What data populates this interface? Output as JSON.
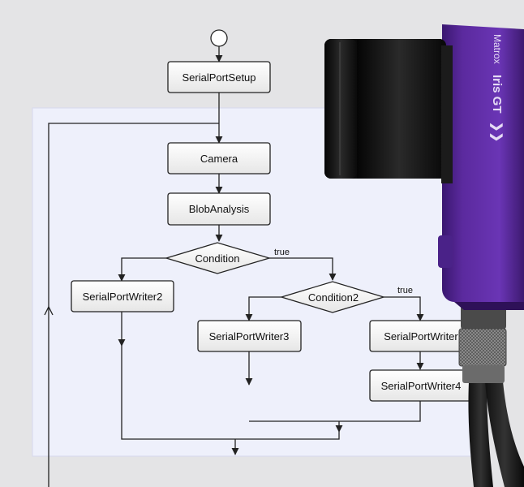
{
  "flowchart": {
    "nodes": {
      "serial_port_setup": "SerialPortSetup",
      "camera": "Camera",
      "blob_analysis": "BlobAnalysis",
      "condition": "Condition",
      "serial_port_writer2": "SerialPortWriter2",
      "condition2": "Condition2",
      "serial_port_writer3": "SerialPortWriter3",
      "serial_port_writer": "SerialPortWriter",
      "serial_port_writer4": "SerialPortWriter4"
    },
    "edge_labels": {
      "condition_true": "true",
      "condition2_true": "true"
    }
  },
  "camera_product": {
    "brand": "Matrox",
    "model": "Iris GT",
    "chevrons": "❯❯",
    "colors": {
      "body": "#5b2a9e",
      "body_dark": "#3d1a70",
      "lens": "#121212"
    }
  },
  "colors": {
    "canvas": "#eef0fb",
    "background": "#e4e4e6",
    "node_fill": "#f4f4f4",
    "stroke": "#222222"
  }
}
